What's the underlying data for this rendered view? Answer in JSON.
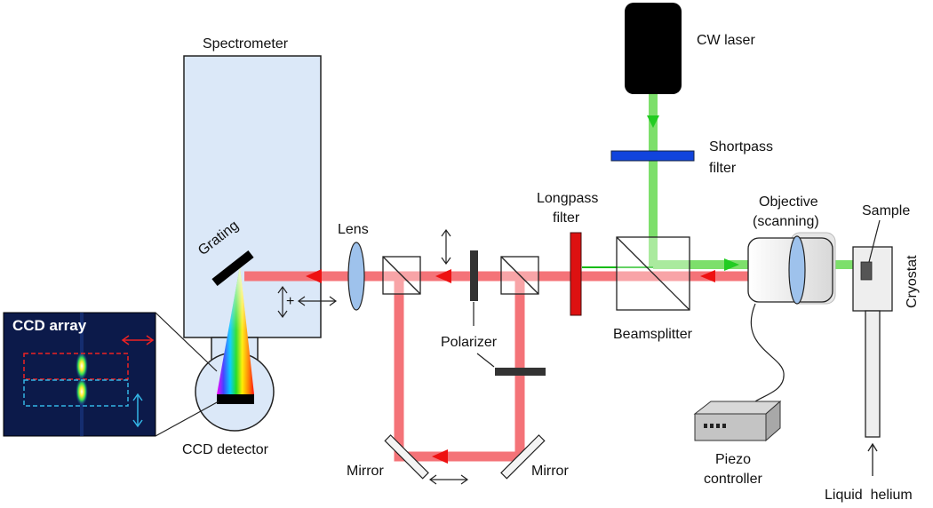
{
  "labels": {
    "spectrometer": "Spectrometer",
    "cw_laser": "CW laser",
    "shortpass_filter": [
      "Shortpass",
      "filter"
    ],
    "longpass_filter": [
      "Longpass",
      "filter"
    ],
    "objective": [
      "Objective",
      "(scanning)"
    ],
    "sample": "Sample",
    "cryostat": "Cryostat",
    "grating": "Grating",
    "lens": "Lens",
    "polarizer": "Polarizer",
    "beamsplitter": "Beamsplitter",
    "ccd_array": "CCD array",
    "ccd_detector": "CCD detector",
    "mirror_left": "Mirror",
    "mirror_right": "Mirror",
    "piezo_controller": [
      "Piezo",
      "controller"
    ],
    "liquid_helium": "Liquid  helium"
  },
  "colors": {
    "collection_beam": "#f47378",
    "excitation_beam": "#7ddf6b",
    "excitation_line": "#11bb11",
    "arrow_red": "#ee1111",
    "spectrometer_fill": "#dbe8f8",
    "laser_body": "#000000",
    "shortpass_filter": "#1144dd",
    "longpass_filter": "#dd1111",
    "lens": "#9ec2ec",
    "ccd_array_bg": "#0c1a4a",
    "red_dashed": "#ee2222",
    "cyan_dashed": "#33b5e5"
  }
}
